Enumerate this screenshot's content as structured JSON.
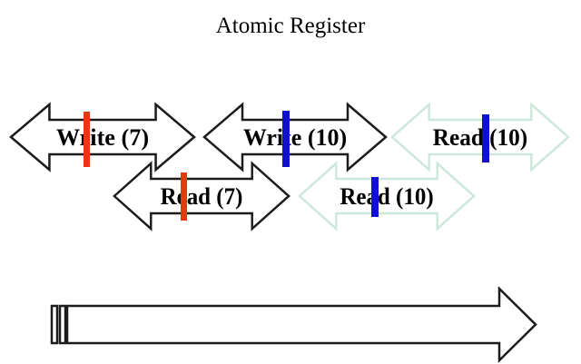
{
  "title": "Atomic Register",
  "colors": {
    "background": "#ffffff",
    "black-outline": "#1c1c1c",
    "pale-outline": "#cde8da",
    "red-marker": "#e8380f",
    "blue-marker": "#1010d0"
  },
  "operations": [
    {
      "label": "Write (7)",
      "outline": "black",
      "marker": "red"
    },
    {
      "label": "Write (10)",
      "outline": "black",
      "marker": "blue"
    },
    {
      "label": "Read (10)",
      "outline": "pale",
      "marker": "blue"
    },
    {
      "label": "Read (7)",
      "outline": "black",
      "marker": "red"
    },
    {
      "label": "Read (10)",
      "outline": "pale",
      "marker": "blue"
    }
  ]
}
